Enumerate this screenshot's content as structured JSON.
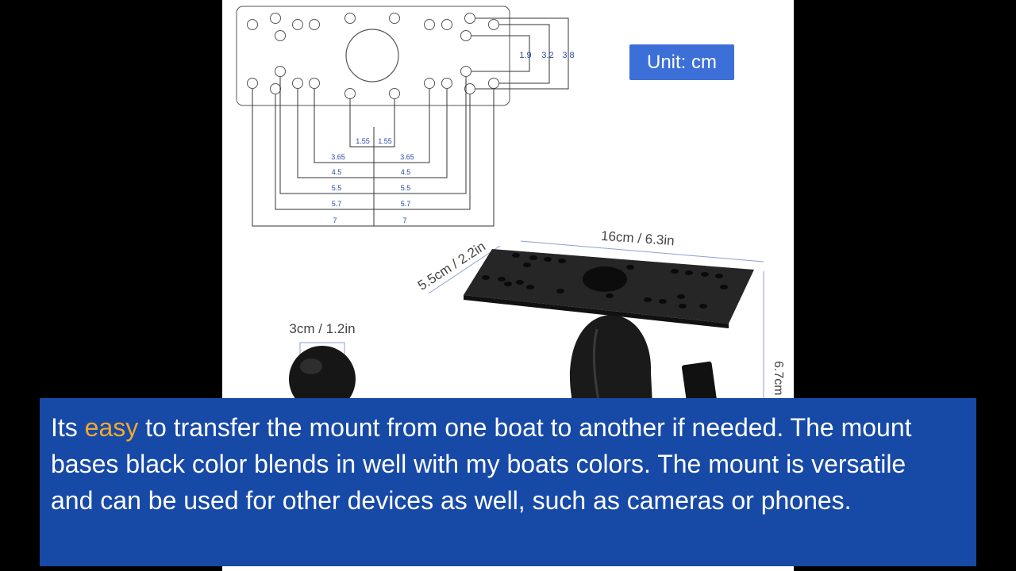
{
  "diagram": {
    "unit_label": "Unit: cm",
    "right_dims": [
      "1.9",
      "3.2",
      "3.8"
    ],
    "bottom_dims": {
      "center": [
        "1.55",
        "1.55"
      ],
      "rows": [
        {
          "left": "3.65",
          "right": "3.65"
        },
        {
          "left": "4.5",
          "right": "4.5"
        },
        {
          "left": "5.5",
          "right": "5.5"
        },
        {
          "left": "5.7",
          "right": "5.7"
        },
        {
          "left": "7",
          "right": "7"
        }
      ]
    },
    "length_label": "16cm / 6.3in",
    "width_label": "5.5cm / 2.2in",
    "height_label": "6.7cm",
    "ball_label": "3cm / 1.2in"
  },
  "caption": {
    "before": "Its ",
    "highlight": "easy",
    "after": " to transfer the mount from one boat to another if needed. The mount bases black color blends in well with my boats colors. The mount is versatile and can be used for other devices as well, such as cameras or phones.",
    "highlight_color": "#f0a830",
    "background_color": "#1749a7"
  }
}
